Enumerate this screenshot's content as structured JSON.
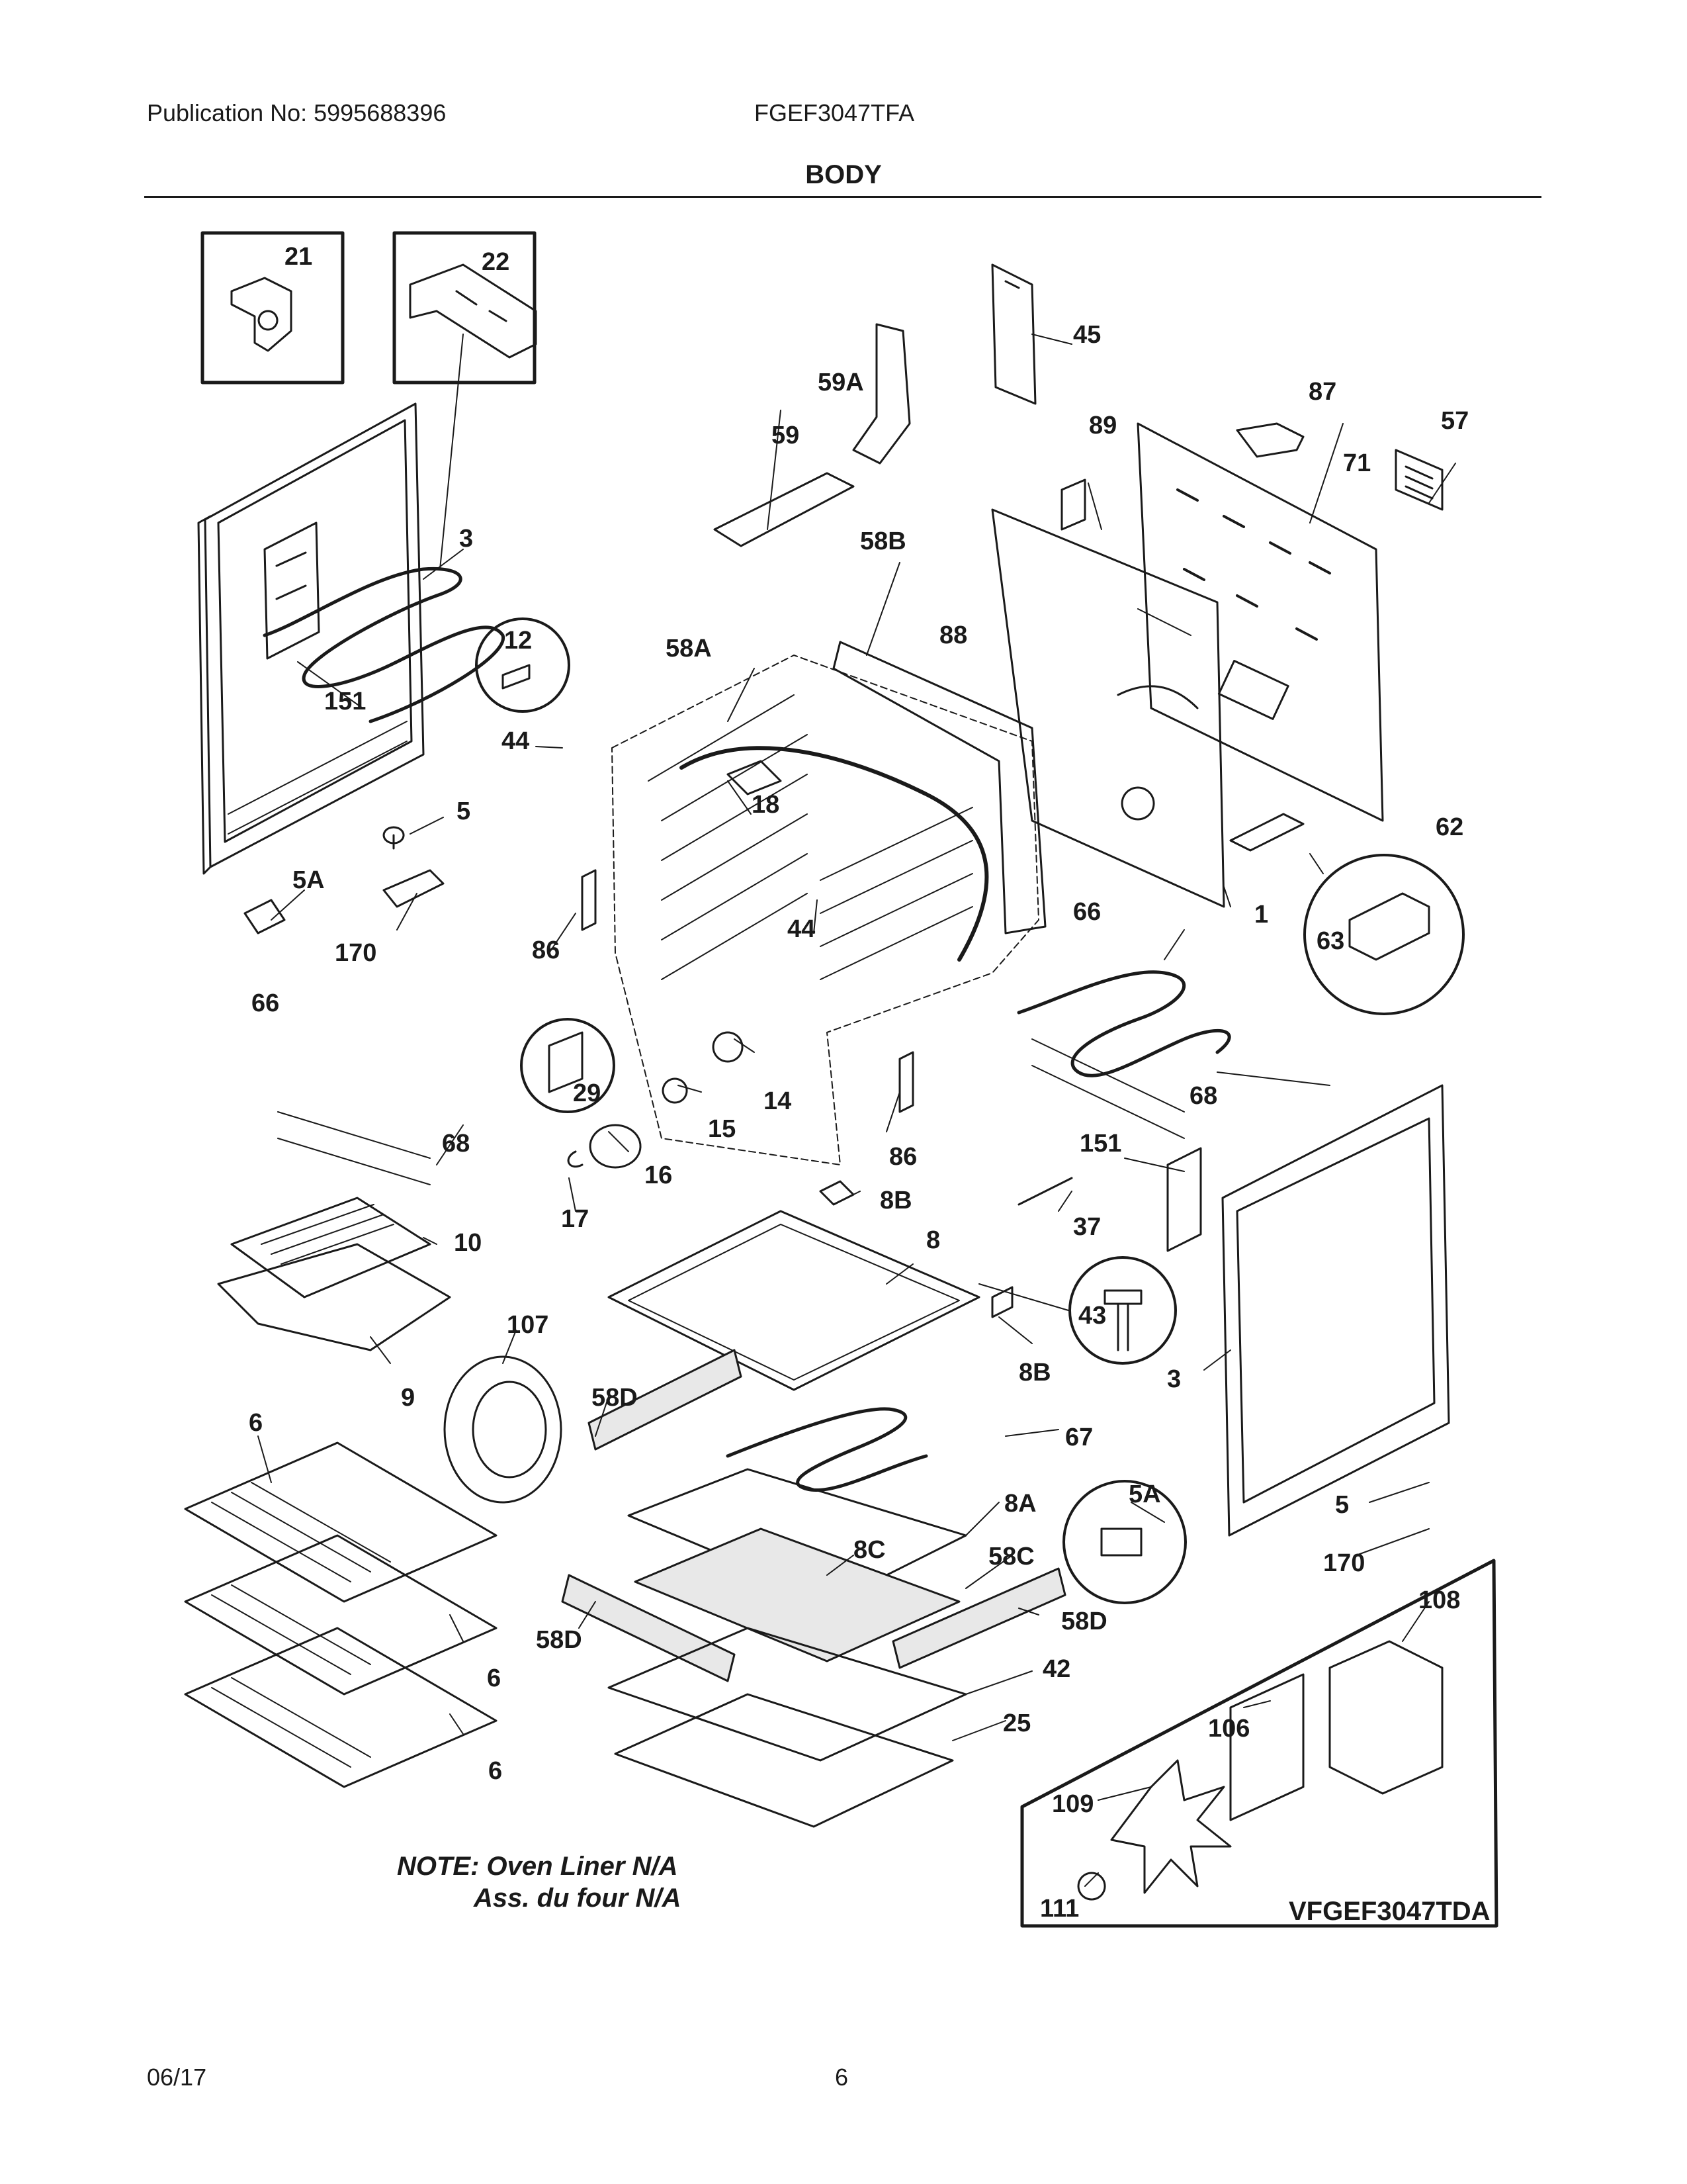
{
  "header": {
    "publication": "Publication No: 5995688396",
    "model": "FGEF3047TFA",
    "section_title": "BODY"
  },
  "callouts": [
    "21",
    "22",
    "45",
    "59A",
    "87",
    "57",
    "59",
    "89",
    "71",
    "3",
    "58B",
    "12",
    "88",
    "58A",
    "151",
    "44",
    "18",
    "5",
    "62",
    "5A",
    "63",
    "86",
    "44",
    "66",
    "1",
    "170",
    "66",
    "29",
    "14",
    "15",
    "68",
    "68",
    "86",
    "151",
    "16",
    "37",
    "17",
    "8B",
    "10",
    "8",
    "43",
    "107",
    "9",
    "8B",
    "3",
    "58D",
    "6",
    "67",
    "5A",
    "8A",
    "5",
    "58C",
    "8C",
    "170",
    "58D",
    "58D",
    "108",
    "6",
    "42",
    "106",
    "25",
    "6",
    "109",
    "111"
  ],
  "note": {
    "line1": "NOTE: Oven Liner N/A",
    "line2": "Ass. du four N/A"
  },
  "subassembly_code": "VFGEF3047TDA",
  "footer": {
    "date": "06/17",
    "page": "6"
  }
}
